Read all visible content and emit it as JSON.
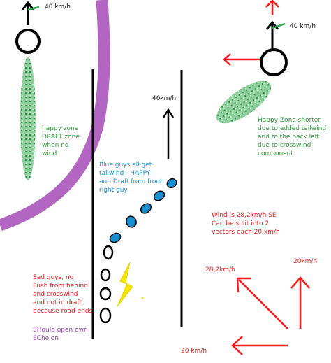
{
  "colors": {
    "road": "#000000",
    "purple_road": "#b266c2",
    "happy_zone": "#2fa84a",
    "rider_blue": "#1a8fd0",
    "wind_red": "#ff1a1a",
    "lightning": "#f5e400",
    "tailwind_arrow": "#2fa84a"
  },
  "icons": {
    "rider_front": "circle-rider-icon",
    "lightning": "lightning-bolt-icon",
    "arrow": "arrow-icon"
  },
  "labels": {
    "speed_top_left": "40 km/h",
    "speed_top_right": "40 km/h",
    "speed_road": "40km/h",
    "happy_zone_left": "happy zone\nDRAFT zone\nwhen no\nwind",
    "happy_zone_right": "Happy Zone shorter\ndue to added tailwind\nand to the back left\ndue to crosswind\ncomponent",
    "blue_guys": "Blue guys all get\ntailwind - HAPPY\nand Draft from front\nright guy",
    "wind_info": "Wind is 28,2km/h SE\nCan be split into 2\nvectors each 20 km/h",
    "sad_guys": "Sad guys, no\nPush from behind\nand crosswind\nand not in draft\nbecause road ends",
    "echelon": "SHould open own\nEChelon",
    "wind_diag": "28,2km/h",
    "wind_up": "20km/h",
    "wind_left": "20 km/h"
  }
}
